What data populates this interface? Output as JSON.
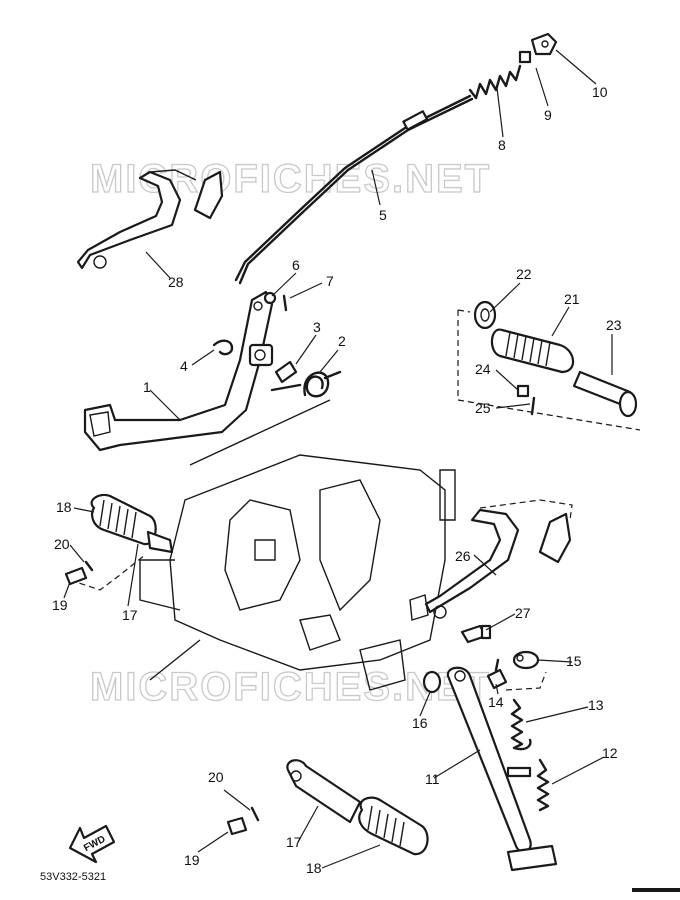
{
  "watermark": "MICROFICHES.NET",
  "catalog_number": "53V332-5321",
  "fwd_label": "FWD",
  "callouts": {
    "c1": "1",
    "c2": "2",
    "c3": "3",
    "c4": "4",
    "c5": "5",
    "c6": "6",
    "c7": "7",
    "c8": "8",
    "c9": "9",
    "c10": "10",
    "c11": "11",
    "c12": "12",
    "c13": "13",
    "c14": "14",
    "c15": "15",
    "c16": "16",
    "c17a": "17",
    "c17b": "17",
    "c18a": "18",
    "c18b": "18",
    "c19a": "19",
    "c19b": "19",
    "c20a": "20",
    "c20b": "20",
    "c21": "21",
    "c22": "22",
    "c23": "23",
    "c24": "24",
    "c25": "25",
    "c26": "26",
    "c27": "27",
    "c28": "28"
  }
}
